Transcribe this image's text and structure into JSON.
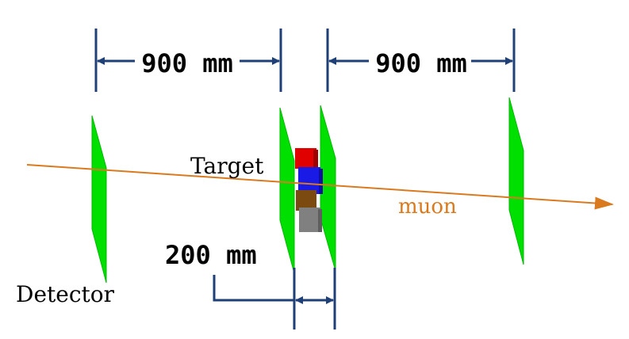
{
  "labels": {
    "distance_left": "900 mm",
    "distance_right": "900 mm",
    "gap": "200 mm",
    "target": "Target",
    "detector": "Detector",
    "muon": "muon"
  },
  "colors": {
    "dimension_line": "#1f3f77",
    "detector_plane": "#00e000",
    "muon_track": "#d97a1f",
    "target_blocks": [
      "#e00000",
      "#1a1ae6",
      "#7a4a10",
      "#808080"
    ]
  }
}
